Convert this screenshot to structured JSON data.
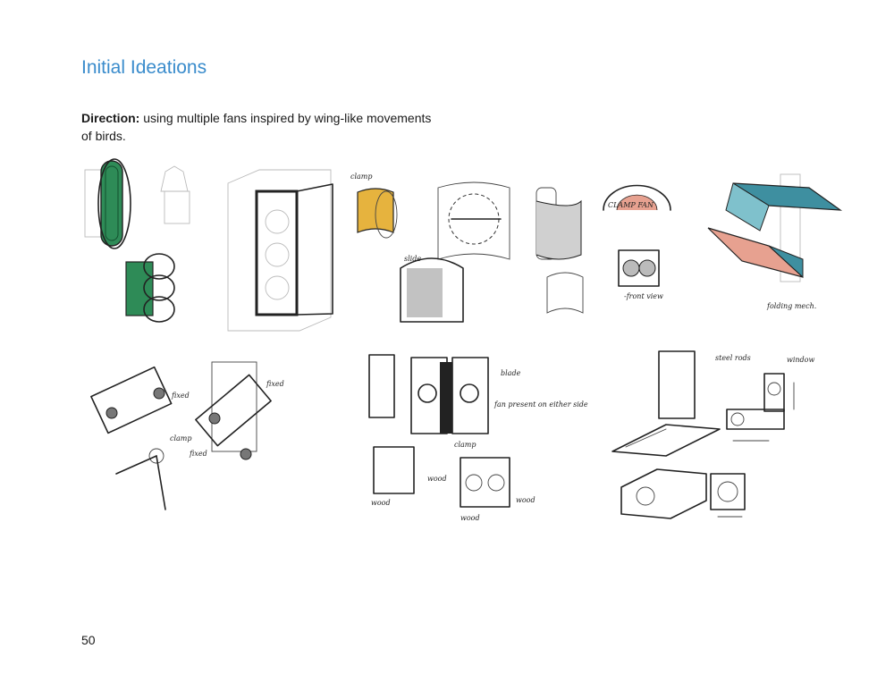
{
  "page": {
    "title": "Initial Ideations",
    "direction_label": "Direction:",
    "direction_text": "using multiple fans inspired by wing-like movements of birds.",
    "page_number": "50"
  },
  "annotations": {
    "clamp": "clamp",
    "slide": "slide",
    "clamp_fan": "CLAMP   FAN",
    "front_view": "-front view",
    "folding_mech": "folding mech.",
    "fixed_1": "fixed",
    "fixed_2": "fixed",
    "clamp_2": "clamp",
    "fixed_3": "fixed",
    "blade": "blade",
    "fan_present": "fan present on either side",
    "clamp_3": "clamp",
    "wood_1": "wood",
    "wood_2": "wood",
    "wood_3": "wood",
    "wood_4": "wood",
    "steel_rods": "steel rods",
    "window": "window"
  },
  "colors": {
    "title": "#3a8ccc",
    "green": "#2e8b57",
    "yellow": "#e6b33e",
    "teal": "#3e8fa0",
    "salmon": "#e7a190"
  }
}
